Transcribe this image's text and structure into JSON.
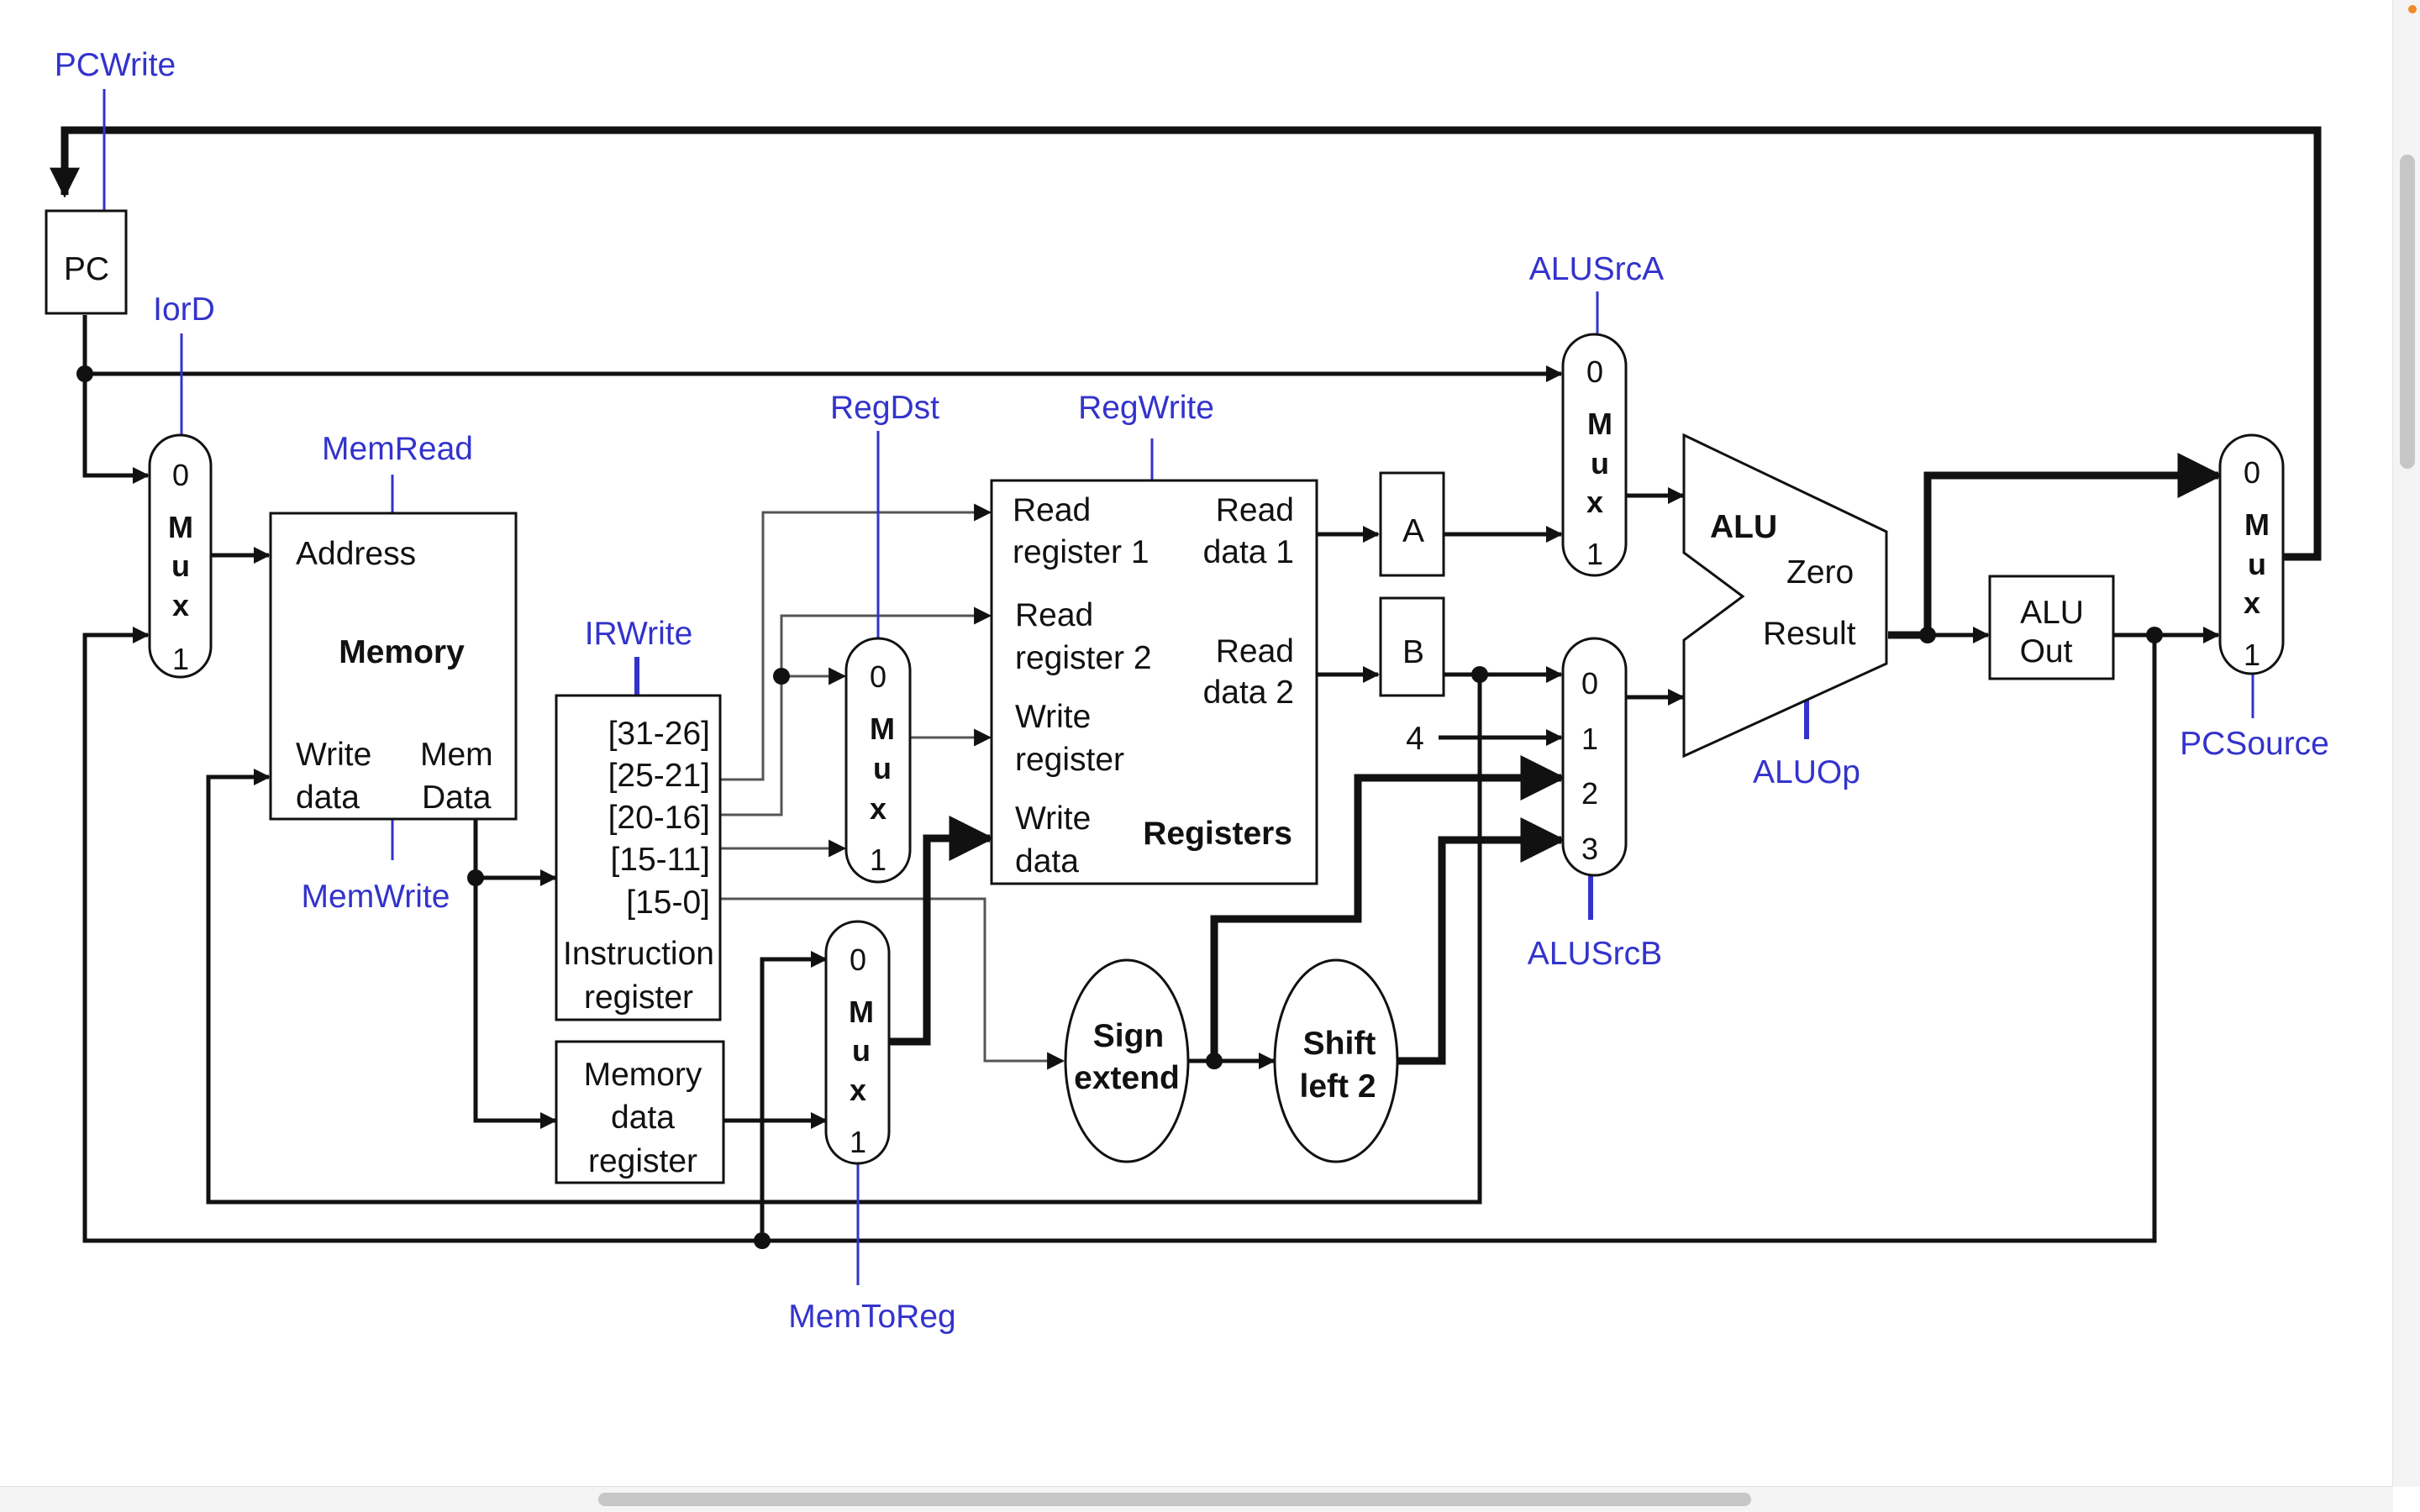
{
  "diagram": {
    "controls": {
      "pcwrite": "PCWrite",
      "iord": "IorD",
      "memread": "MemRead",
      "memwrite": "MemWrite",
      "irwrite": "IRWrite",
      "regdst": "RegDst",
      "regwrite": "RegWrite",
      "alusrca": "ALUSrcA",
      "alusrcb": "ALUSrcB",
      "aluop": "ALUOp",
      "pcsource": "PCSource",
      "memtoreg": "MemToReg"
    },
    "pc": {
      "label": "PC"
    },
    "memory": {
      "address": "Address",
      "title": "Memory",
      "write_data_1": "Write",
      "write_data_2": "data",
      "mem_data_1": "Mem",
      "mem_data_2": "Data"
    },
    "instruction_register": {
      "fields": [
        "[31-26]",
        "[25-21]",
        "[20-16]",
        "[15-11]",
        "[15-0]"
      ],
      "title_1": "Instruction",
      "title_2": "register"
    },
    "memory_data_register": {
      "line_1": "Memory",
      "line_2": "data",
      "line_3": "register"
    },
    "registers": {
      "read_reg_1": [
        "Read",
        "register 1"
      ],
      "read_reg_2": [
        "Read",
        "register 2"
      ],
      "write_reg": [
        "Write",
        "register"
      ],
      "write_data": [
        "Write",
        "data"
      ],
      "read_data_1": [
        "Read",
        "data 1"
      ],
      "read_data_2": [
        "Read",
        "data 2"
      ],
      "title": "Registers"
    },
    "reg_a": "A",
    "reg_b": "B",
    "alu": {
      "title": "ALU",
      "zero": "Zero",
      "result": "Result"
    },
    "alu_out": {
      "line_1": "ALU",
      "line_2": "Out"
    },
    "sign_extend": {
      "line_1": "Sign",
      "line_2": "extend"
    },
    "shift_left": {
      "line_1": "Shift",
      "line_2": "left 2"
    },
    "constant_four": "4",
    "mux": {
      "letters": [
        "M",
        "u",
        "x"
      ],
      "two_input": [
        "0",
        "1"
      ],
      "four_input": [
        "0",
        "1",
        "2",
        "3"
      ]
    }
  }
}
